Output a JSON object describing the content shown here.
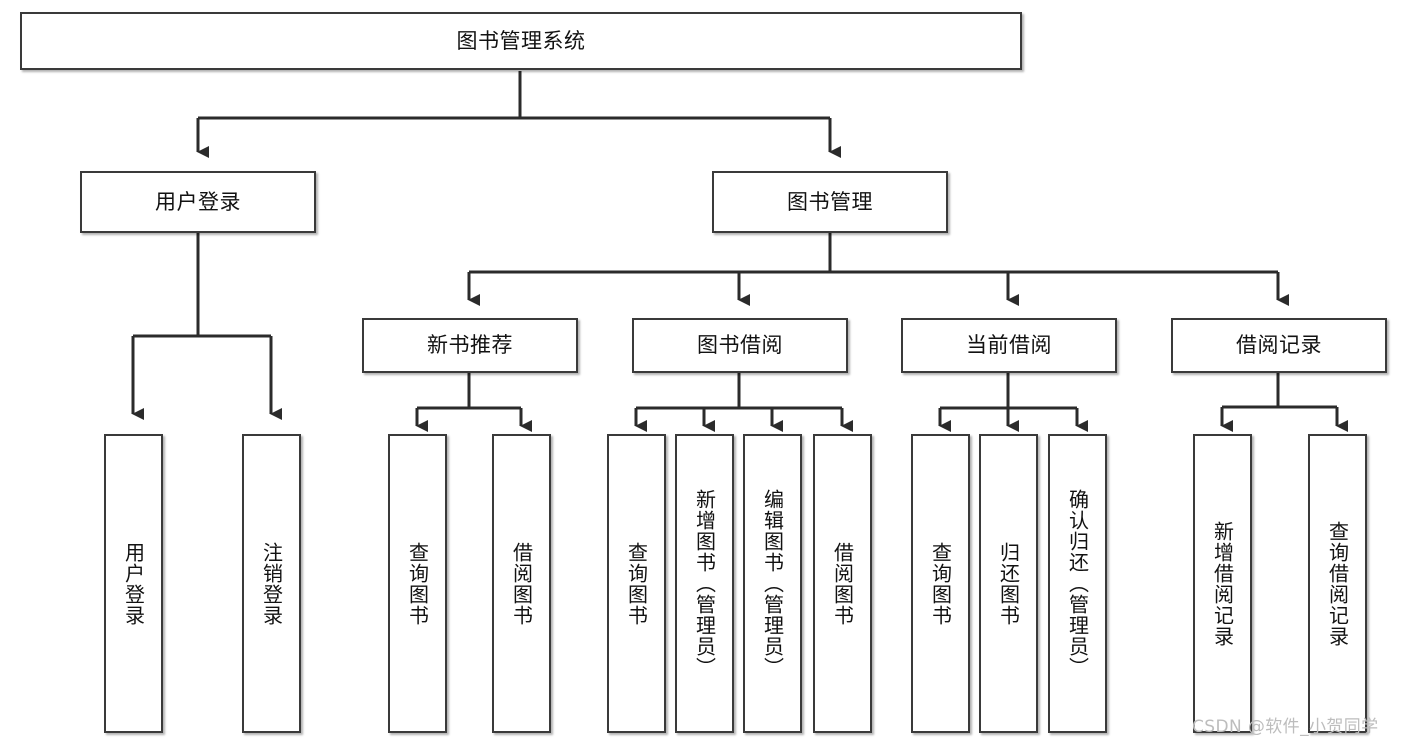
{
  "diagram": {
    "type": "tree-hierarchy-chart",
    "background_color": "#ffffff",
    "box_border_color": "#3a3a3a",
    "connector_color": "#2b2b2b",
    "root": {
      "label": "图书管理系统"
    },
    "level1": [
      {
        "label": "用户登录"
      },
      {
        "label": "图书管理"
      }
    ],
    "level2": [
      {
        "label": "新书推荐"
      },
      {
        "label": "图书借阅"
      },
      {
        "label": "当前借阅"
      },
      {
        "label": "借阅记录"
      }
    ],
    "leaves": {
      "user_login": [
        {
          "label": "用户登录"
        },
        {
          "label": "注销登录"
        }
      ],
      "new_book_recommend": [
        {
          "label": "查询图书"
        },
        {
          "label": "借阅图书"
        }
      ],
      "book_borrow": [
        {
          "label": "查询图书"
        },
        {
          "label": "新增图书（管理员）"
        },
        {
          "label": "编辑图书（管理员）"
        },
        {
          "label": "借阅图书"
        }
      ],
      "current_borrow": [
        {
          "label": "查询图书"
        },
        {
          "label": "归还图书"
        },
        {
          "label": "确认归还（管理员）"
        }
      ],
      "borrow_record": [
        {
          "label": "新增借阅记录"
        },
        {
          "label": "查询借阅记录"
        }
      ]
    }
  },
  "watermark": {
    "text": "CSDN @软件_小贺同学"
  }
}
